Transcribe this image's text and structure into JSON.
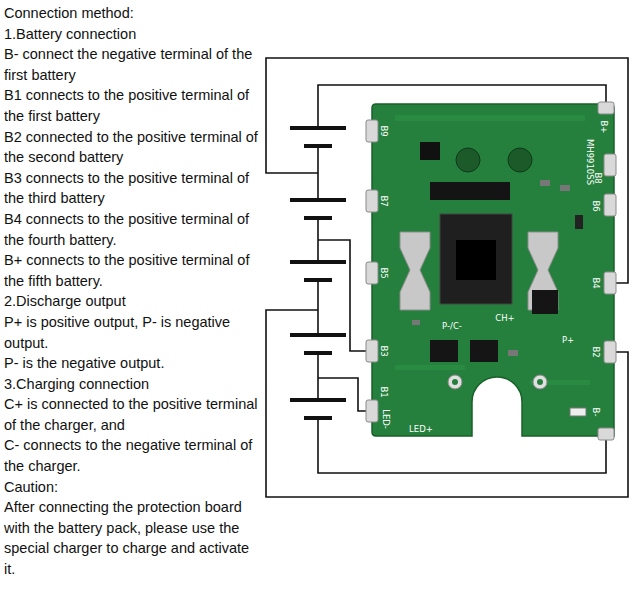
{
  "diagram": {
    "title": "Connection method:",
    "labels": [
      "1.Battery connection",
      "B- connect the negative terminal of the first battery",
      "B1 connects to the positive terminal of the first battery",
      "B2 connected to the positive terminal of the second battery",
      "B3 connects to the positive terminal of the third battery",
      "B4 connects to the positive terminal of the fourth battery.",
      "B+ connects to the positive terminal of the fifth battery.",
      "2.Discharge output",
      "P+ is positive output, P- is negative output.",
      "P- is the negative output.",
      "3.Charging connection",
      "C+ is connected to the positive terminal of the charger, and",
      "C- connects to the negative terminal of the charger.",
      "Caution:",
      "After connecting the protection board with the battery pack, please use the special charger to charge and activate it.",
      "B9",
      "B7",
      "B5",
      "B3",
      "B1",
      "LED-",
      "LED+",
      "B+",
      "MH9910SS",
      "B8",
      "B6",
      "B4",
      "B2",
      "B-",
      "P+",
      "P-/C-",
      "CH+"
    ]
  }
}
